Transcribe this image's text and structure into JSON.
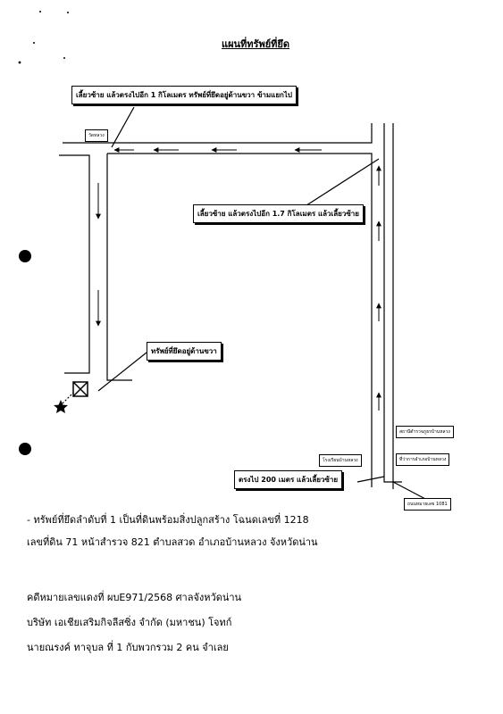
{
  "title": "แผนที่ทรัพย์ที่ยึด",
  "map": {
    "callouts": {
      "turn_left_1km": "เลี้ยวซ้าย แล้วตรงไปอีก 1 กิโลเมตร ทรัพย์ที่ยึดอยู่ด้านขวา ข้ามแยกไป",
      "turn_left_17km": "เลี้ยวซ้าย แล้วตรงไปอีก 1.7 กิโลเมตร แล้วเลี้ยวซ้าย",
      "property_right": "ทรัพย์ที่ยึดอยู่ด้านขวา",
      "straight_200m": "ตรงไป 200 เมตร แล้วเลี้ยวซ้าย"
    },
    "landmarks": {
      "temple": "วัดหลวง",
      "police_station": "สถานีตำรวจภูธรบ้านหลวง",
      "district_office": "ที่ว่าการอำเภอบ้านหลวง",
      "school": "โรงเรียนบ้านหลวง",
      "highway": "ถนนหมายเลข 1081"
    }
  },
  "description": {
    "line1": "- ทรัพย์ที่ยึดลำดับที่ 1 เป็นที่ดินพร้อมสิ่งปลูกสร้าง  โฉนดเลขที่ 1218",
    "line2": "เลขที่ดิน 71 หน้าสำรวจ 821 ตำบลสวด อำเภอบ้านหลวง จังหวัดน่าน"
  },
  "case": {
    "number": "คดีหมายเลขแดงที่ ผบE971/2568 ศาลจังหวัดน่าน",
    "plaintiff": "บริษัท เอเชียเสริมกิจลีสซิ่ง จำกัด (มหาชน)   โจทก์",
    "defendant": "นายณรงค์ ทาจุบล ที่ 1 กับพวกรวม 2 คน  จำเลย"
  }
}
